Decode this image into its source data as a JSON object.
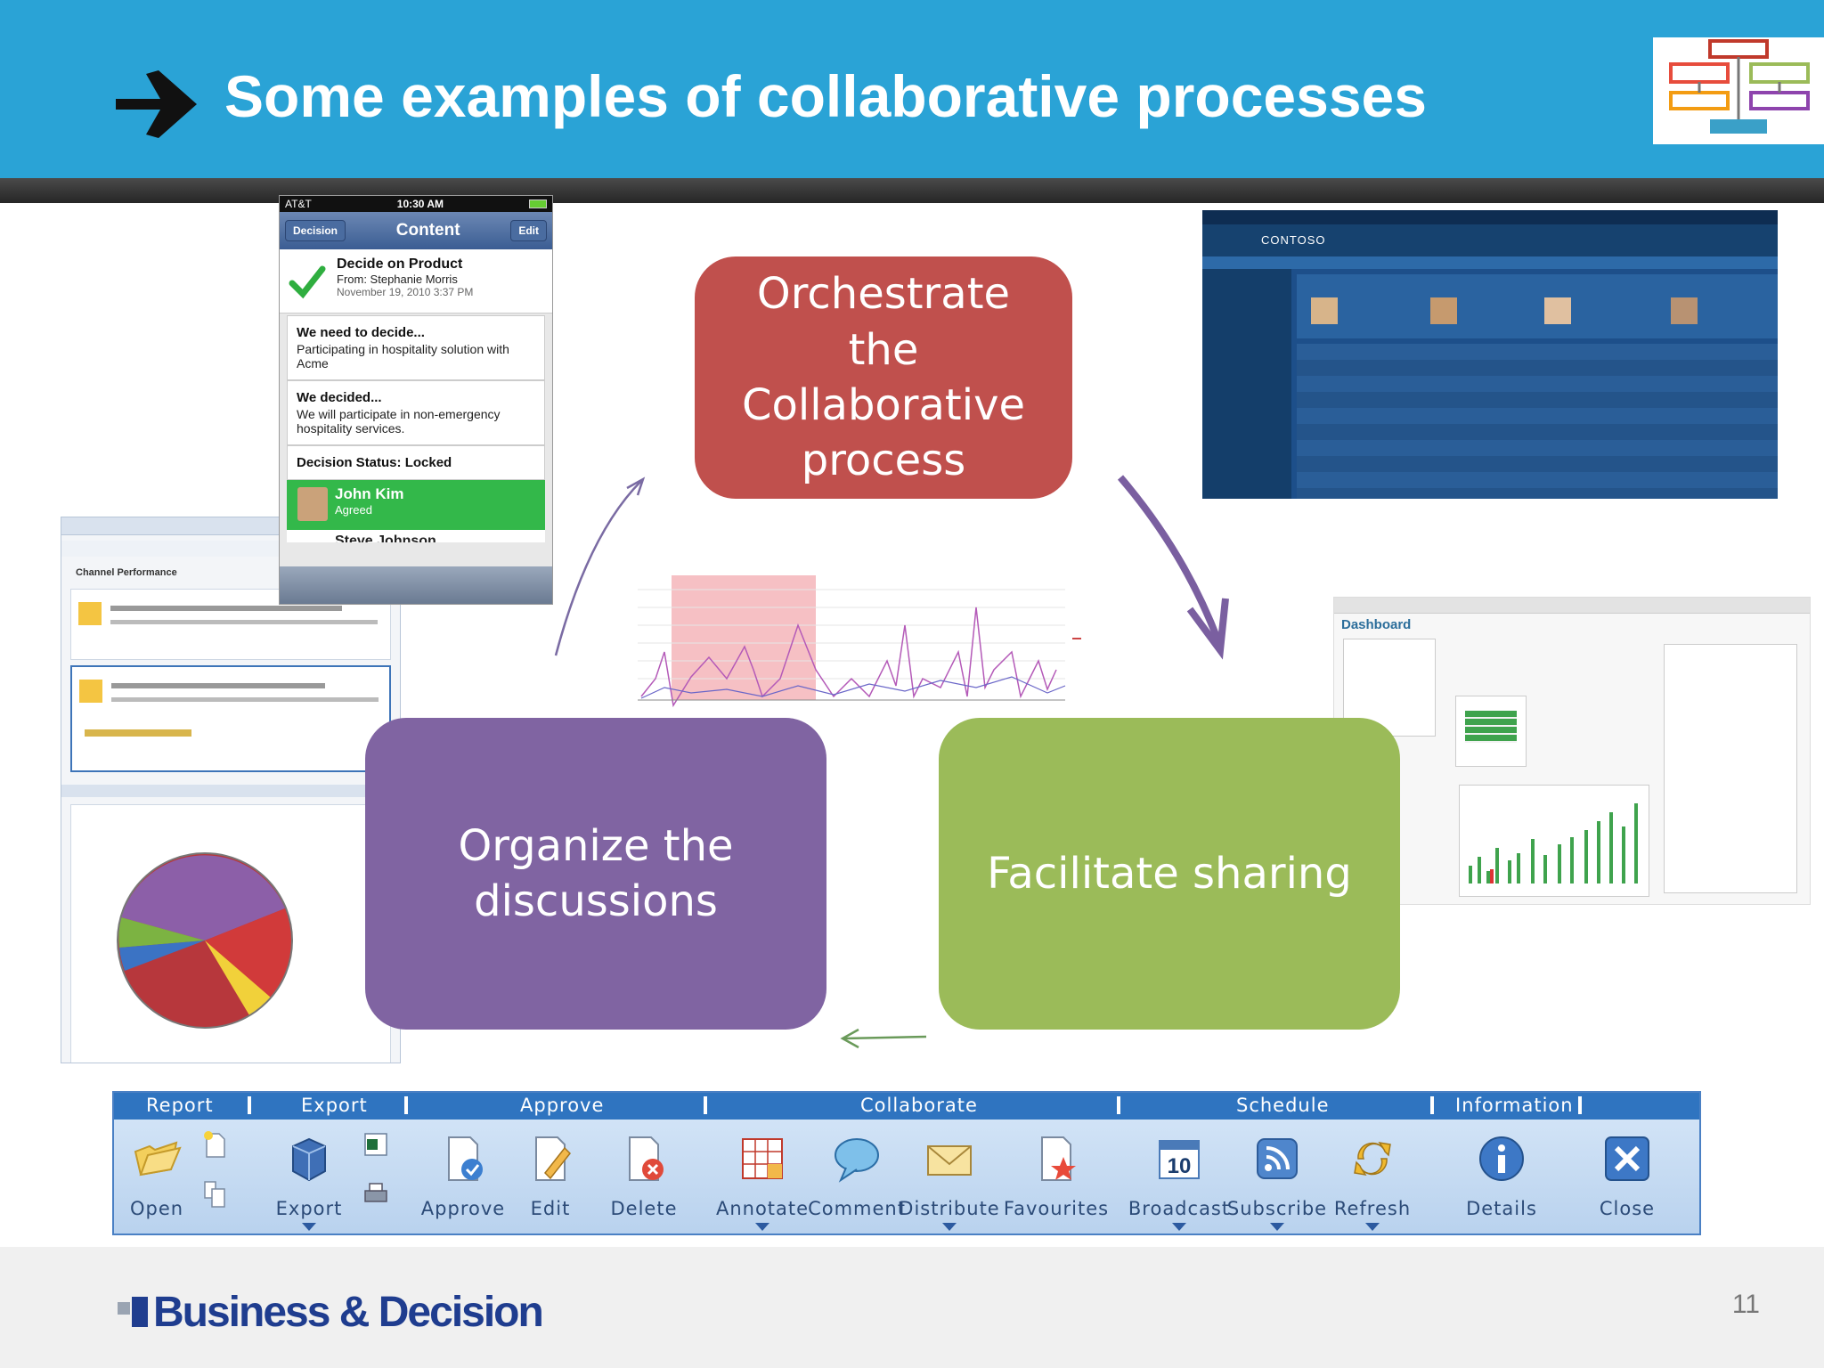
{
  "slide": {
    "title": "Some examples of collaborative processes",
    "page_number": "11",
    "brand": "Business & Decision"
  },
  "process": {
    "orchestrate": "Orchestrate the Collaborative process",
    "organize": "Organize the discussions",
    "facilitate": "Facilitate sharing"
  },
  "phone": {
    "carrier": "AT&T",
    "time": "10:30 AM",
    "back_label": "Decision",
    "title": "Content",
    "edit_label": "Edit",
    "subject": "Decide on Product",
    "from": "From: Stephanie Morris",
    "date": "November 19, 2010 3:37 PM",
    "card1_title": "We need to decide...",
    "card1_body": "Participating in hospitality solution with Acme",
    "card2_title": "We decided...",
    "card2_body": "We will participate in non-emergency hospitality services.",
    "status": "Decision Status: Locked",
    "person_name": "John Kim",
    "person_status": "Agreed",
    "next_person": "Steve Johnson"
  },
  "screenshots": {
    "sharepoint_brand": "CONTOSO",
    "dashboard_title": "Dashboard",
    "left_title": "Channel Performance"
  },
  "ribbon": {
    "groups": [
      "Report",
      "Export",
      "Approve",
      "Collaborate",
      "Schedule",
      "Information"
    ],
    "buttons": {
      "open": "Open",
      "export": "Export",
      "approve": "Approve",
      "edit": "Edit",
      "delete": "Delete",
      "annotate": "Annotate",
      "comment": "Comment",
      "distribute": "Distribute",
      "favourites": "Favourites",
      "broadcast": "Broadcast",
      "subscribe": "Subscribe",
      "refresh": "Refresh",
      "details": "Details",
      "close": "Close"
    },
    "calendar_day": "10",
    "colors": {
      "bar": "#2f74c0",
      "body": "#c9ddf3",
      "label": "#2c4b78"
    }
  },
  "colors": {
    "header": "#2aa3d6",
    "orchestrate": "#c0504d",
    "organize": "#8064a2",
    "facilitate": "#9bbb59",
    "arrow": "#7a5fa0"
  }
}
